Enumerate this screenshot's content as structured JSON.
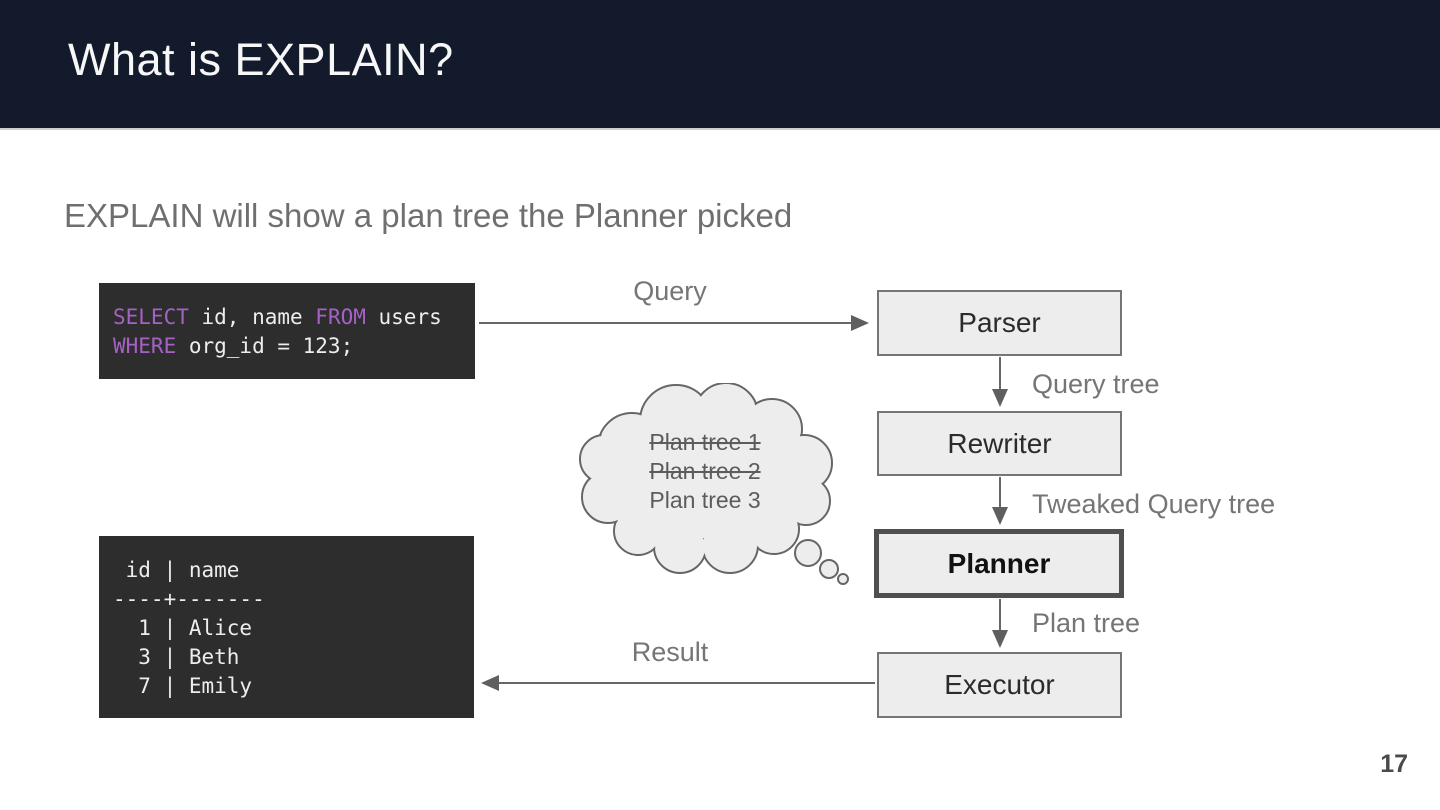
{
  "header": {
    "title": "What is EXPLAIN?"
  },
  "subtitle": "EXPLAIN will show a plan tree the Planner picked",
  "page_number": "17",
  "colors": {
    "header_bg": "#121a2b",
    "code_block_bg": "#2d2d2d",
    "sql_keyword": "#a661c6",
    "code_text": "#ededed",
    "box_fill": "#ededed",
    "box_border": "#757575",
    "planner_border": "#4f4f4f",
    "arrow": "#666666",
    "label_text": "#757575"
  },
  "sql": {
    "kw_select": "SELECT",
    "frag_fields": " id, name ",
    "kw_from": "FROM",
    "frag_table": " users",
    "kw_where": "WHERE",
    "frag_condition": " org_id = 123;"
  },
  "flow": {
    "boxes": [
      {
        "label": "Parser",
        "emphasized": false
      },
      {
        "label": "Rewriter",
        "emphasized": false
      },
      {
        "label": "Planner",
        "emphasized": true
      },
      {
        "label": "Executor",
        "emphasized": false
      }
    ],
    "edge_labels": {
      "query": "Query",
      "query_tree": "Query tree",
      "tweaked_query_tree": "Tweaked Query tree",
      "plan_tree": "Plan tree",
      "result": "Result"
    }
  },
  "thought_cloud": {
    "options": [
      {
        "label": "Plan tree 1",
        "rejected": true
      },
      {
        "label": "Plan tree 2",
        "rejected": true
      },
      {
        "label": "Plan tree 3",
        "rejected": false
      }
    ]
  },
  "result_table": {
    "lines": [
      " id | name",
      "----+-------",
      "  1 | Alice",
      "  3 | Beth",
      "  7 | Emily"
    ]
  }
}
